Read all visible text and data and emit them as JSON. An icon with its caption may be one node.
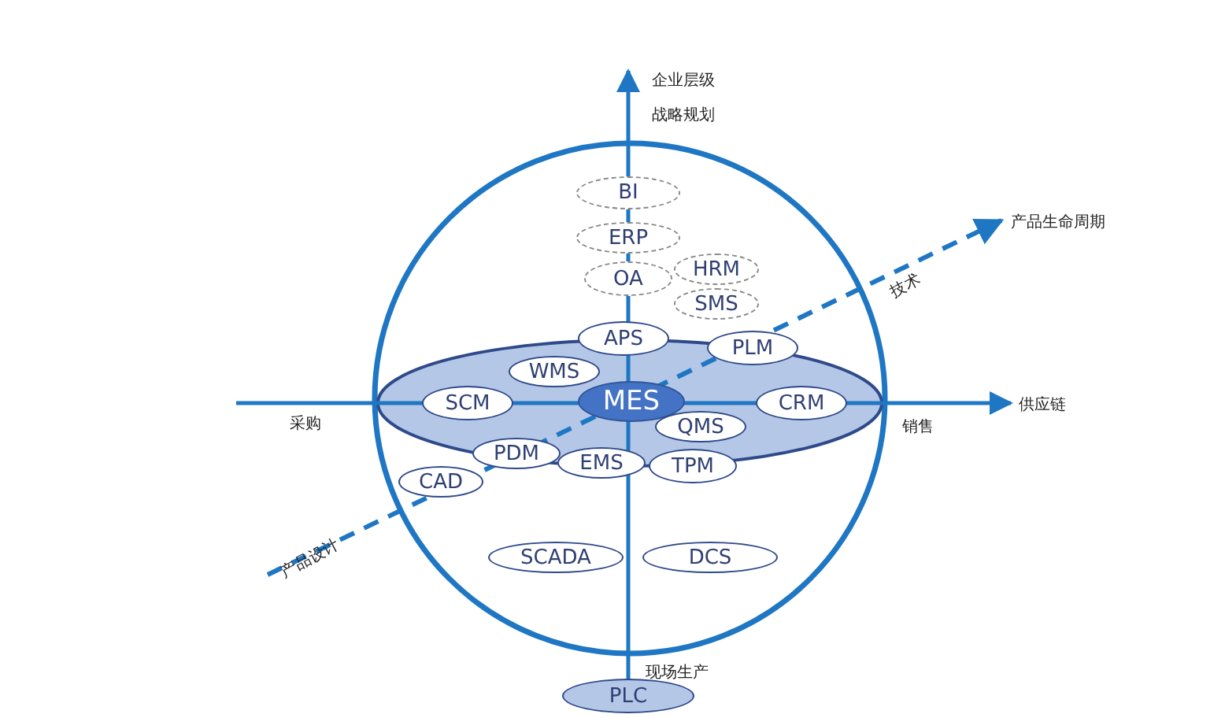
{
  "diagram": {
    "nodes": [
      {
        "text": [
          "BI"
        ]
      },
      {
        "text": [
          "ERP"
        ]
      },
      {
        "text": [
          "HRM"
        ]
      },
      {
        "text": [
          "OA"
        ]
      },
      {
        "text": [
          "SMS"
        ]
      },
      {
        "text": [
          "APS"
        ]
      },
      {
        "text": [
          "PLM"
        ]
      },
      {
        "text": [
          "WMS"
        ]
      },
      {
        "text": [
          "SCM"
        ]
      },
      {
        "text": [
          "MES"
        ]
      },
      {
        "text": [
          "CRM"
        ]
      },
      {
        "text": [
          "QMS"
        ]
      },
      {
        "text": [
          "PDM"
        ]
      },
      {
        "text": [
          "CAD"
        ]
      },
      {
        "text": [
          "EMS"
        ]
      },
      {
        "text": [
          "TPM"
        ]
      },
      {
        "text": [
          "SCADA"
        ]
      },
      {
        "text": [
          "DCS"
        ]
      },
      {
        "text": [
          "PLC"
        ]
      }
    ],
    "labels": [
      "企业层级",
      "战略规划",
      "产品生命周期",
      "技术",
      "采购",
      "供应链",
      "销售",
      "产品设计",
      "现场生产"
    ]
  }
}
